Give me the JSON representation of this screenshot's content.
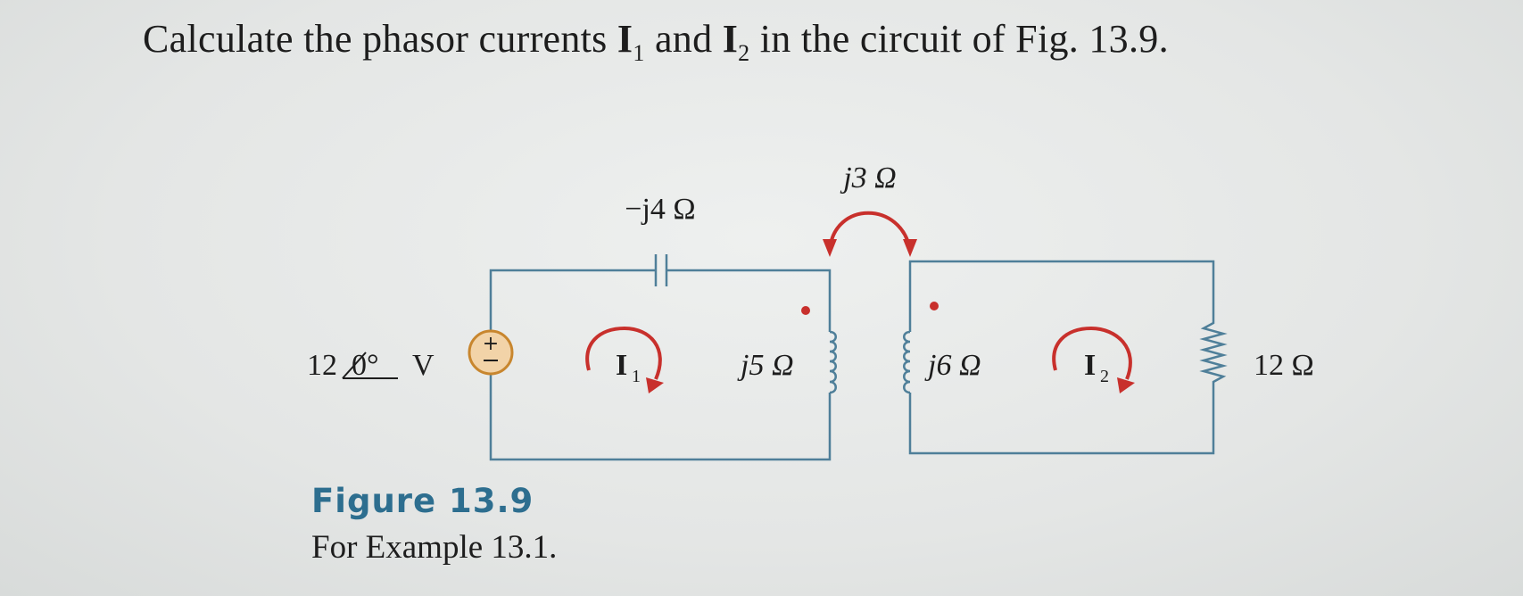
{
  "problem": {
    "prefix": "Calculate the phasor currents ",
    "i1_symbol": "I",
    "i1_sub": "1",
    "middle": " and ",
    "i2_symbol": "I",
    "i2_sub": "2",
    "suffix": " in the circuit of Fig. 13.9."
  },
  "circuit": {
    "source": {
      "magnitude": "12",
      "angle": "0°",
      "unit": "V"
    },
    "capacitor": "−j4 Ω",
    "mutual": "j3 Ω",
    "inductor1": "j5 Ω",
    "inductor2": "j6 Ω",
    "resistor": "12 Ω",
    "loop1": {
      "symbol": "I",
      "sub": "1"
    },
    "loop2": {
      "symbol": "I",
      "sub": "2"
    }
  },
  "figure": {
    "title": "Figure 13.9",
    "caption": "For Example 13.1."
  },
  "colors": {
    "wire": "#4f7f99",
    "arrow": "#c8302c",
    "source_fill": "#f2d3a8",
    "source_stroke": "#c8862e",
    "figure_title": "#2d6e8f"
  }
}
